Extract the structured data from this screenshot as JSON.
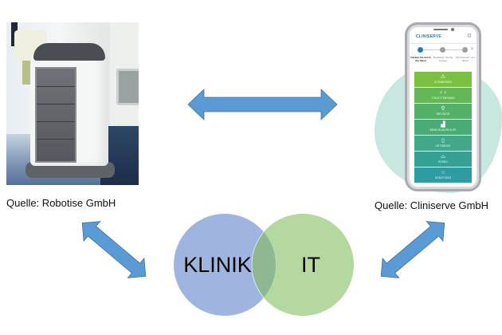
{
  "diagram": {
    "captions": {
      "left": "Quelle: Robotise GmbH",
      "right": "Quelle: Cliniserve GmbH"
    },
    "venn": {
      "left_label": "KLINIK",
      "right_label": "IT",
      "colors": {
        "left": "#9fb5e0",
        "right": "#b5d8a0",
        "overlap": "#8fb892"
      }
    },
    "arrows": {
      "color": "#5b9bd5",
      "items": [
        {
          "name": "top-horizontal",
          "direction": "bidirectional"
        },
        {
          "name": "left-diagonal",
          "direction": "bidirectional"
        },
        {
          "name": "right-diagonal",
          "direction": "bidirectional"
        }
      ]
    },
    "images": {
      "left": {
        "subject": "hospital service robot",
        "icon": "robot-image"
      },
      "right": {
        "subject": "smartphone app",
        "icon": "phone-image"
      }
    }
  },
  "phone_app": {
    "logo": "CLINISERVE",
    "gear_icon": "⚙",
    "close_icon": "✕",
    "steps": [
      {
        "label": "Klicken Sie durch das Menü",
        "active": true
      },
      {
        "label": "Bestätigen Sie die Anfrage",
        "active": false
      },
      {
        "label": "Wir kümmern uns darum",
        "active": false
      }
    ],
    "menu": [
      {
        "label": "SCHMERZEN",
        "icon": "⚠",
        "color": "#7cc043"
      },
      {
        "label": "TOILETTENGANG",
        "icon": "♂♀",
        "color": "#63b757"
      },
      {
        "label": "INFUSION",
        "icon": "⚲",
        "color": "#55b06a"
      },
      {
        "label": "BEWEGUNGSHILFE",
        "icon": "▟",
        "color": "#4aab77"
      },
      {
        "label": "GETRÄNKE",
        "icon": "▯",
        "color": "#41a787"
      },
      {
        "label": "ESSEN",
        "icon": "⌓",
        "color": "#36a193"
      },
      {
        "label": "SONSTIGES",
        "icon": "○",
        "color": "#2f9ca4"
      }
    ]
  }
}
